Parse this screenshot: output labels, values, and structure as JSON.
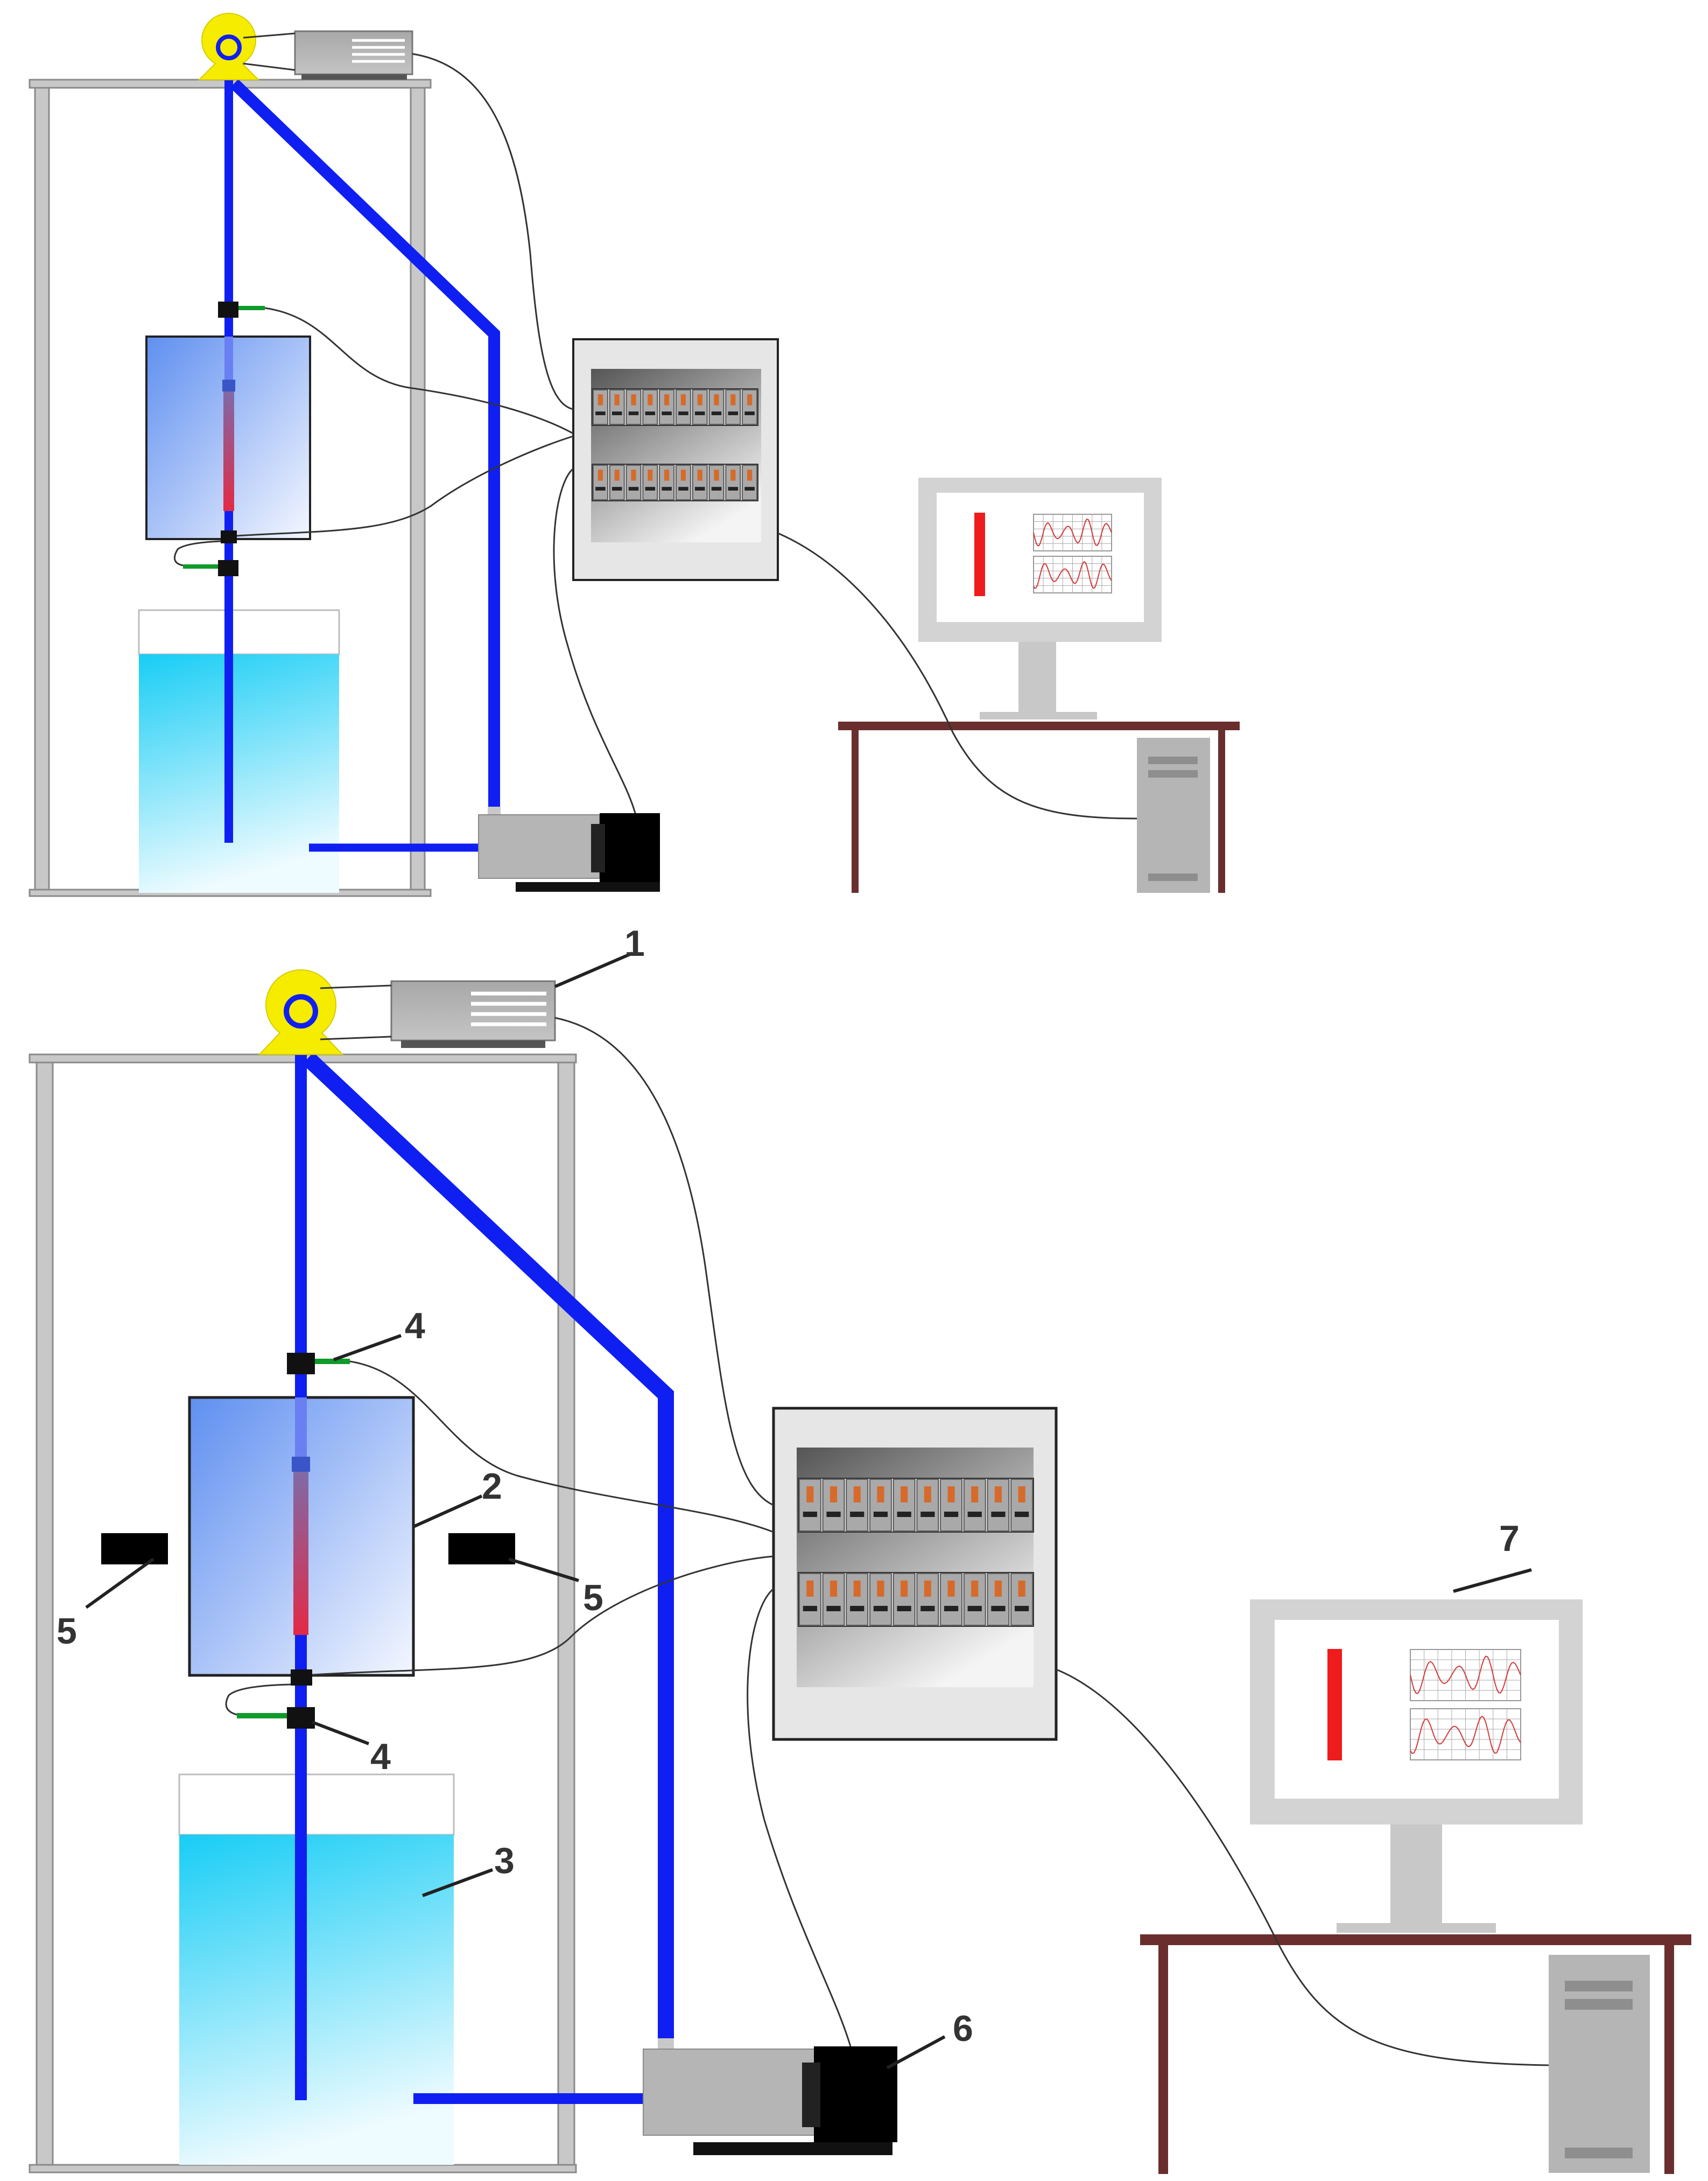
{
  "colors": {
    "pipe": "#0f1ff2",
    "frame": "#c8c8c8",
    "frame_stroke": "#8a8a8a",
    "pulley": "#f5ec00",
    "heater_red": "#d9294a",
    "sensor_green": "#0f9a2a",
    "water_top": "#18cdf5",
    "water_bottom": "#eefbff",
    "chamber_top": "#5f8ff0",
    "chamber_bottom": "#f4f7ff",
    "table": "#6a2e2e",
    "device_gray": "#b5b5b5",
    "black": "#000000",
    "breaker_orange": "#d66a2a",
    "monitor_red": "#ee1c1c"
  },
  "icons": {
    "drive": "pulley-icon",
    "controller": "motor-controller-icon",
    "panel": "breaker-panel-icon",
    "monitor": "monitor-icon",
    "pc": "pc-tower-icon",
    "pump": "pump-icon"
  },
  "callouts": {
    "n1": "1",
    "n2": "2",
    "n3": "3",
    "n4_top": "4",
    "n4_bottom": "4",
    "n5_left": "5",
    "n5_right": "5",
    "n6": "6",
    "n7": "7"
  }
}
